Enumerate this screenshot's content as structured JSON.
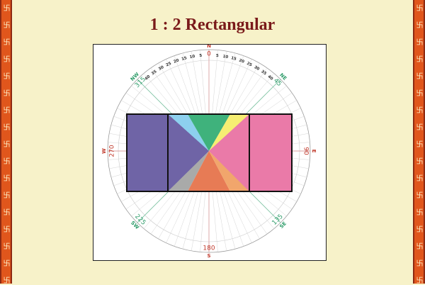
{
  "title": "1 : 2 Rectangular",
  "compass": {
    "directions": {
      "n": "N",
      "ne": "NE",
      "e": "E",
      "se": "SE",
      "s": "S",
      "sw": "SW",
      "w": "W",
      "nw": "NW"
    },
    "degrees": {
      "north": "0",
      "ne": "45",
      "east": "90",
      "se": "135",
      "south": "180",
      "sw": "225",
      "west": "270",
      "nw": "315"
    },
    "inner_ticks": [
      "5",
      "10",
      "15",
      "20",
      "25",
      "30",
      "35",
      "40"
    ]
  },
  "segments": [
    {
      "name": "left-big",
      "color": "#6f64a6"
    },
    {
      "name": "top-left-cyan",
      "color": "#8dd0ee"
    },
    {
      "name": "top-green",
      "color": "#3fb27c"
    },
    {
      "name": "top-right-yellow",
      "color": "#f6ee72"
    },
    {
      "name": "right-big",
      "color": "#ea7aa8"
    },
    {
      "name": "mid-left-purple",
      "color": "#6f64a6"
    },
    {
      "name": "bottom-left-gray",
      "color": "#a9aaa9"
    },
    {
      "name": "bottom-orange",
      "color": "#e77b55"
    },
    {
      "name": "bottom-right-peach",
      "color": "#f1a66c"
    },
    {
      "name": "mid-right-pink",
      "color": "#ea7aa8"
    }
  ],
  "colors": {
    "frame": "#e0561c",
    "title": "#7a1a1a",
    "compass_red": "#c0392b",
    "compass_green": "#2f9c6a",
    "background": "#f7f2c9"
  }
}
